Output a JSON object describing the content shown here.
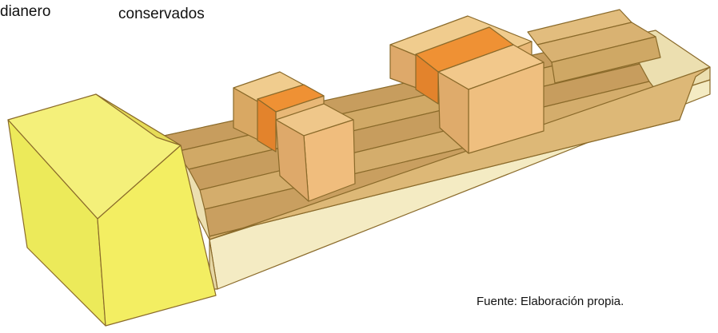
{
  "labels": {
    "top_left": "dianero",
    "top_center": "conservados",
    "source": "Fuente: Elaboración propia."
  },
  "colors": {
    "yellow_block": "#f2ee5c",
    "base_slab": "#f4ebc3",
    "stepped_mass": "#d4ad6c",
    "raised_volume": "#eec182",
    "highlight_band": "#ef9134",
    "outline": "#8a6a2a"
  }
}
